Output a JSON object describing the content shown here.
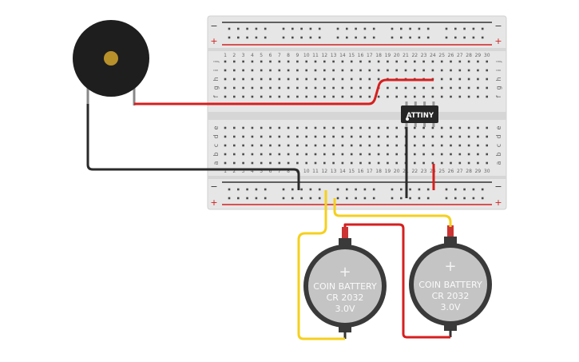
{
  "breadboard": {
    "columns": [
      "1",
      "2",
      "3",
      "4",
      "5",
      "6",
      "7",
      "8",
      "9",
      "10",
      "11",
      "12",
      "13",
      "14",
      "15",
      "16",
      "17",
      "18",
      "19",
      "20",
      "21",
      "22",
      "23",
      "24",
      "25",
      "26",
      "27",
      "28",
      "29",
      "30"
    ],
    "rows_top": [
      "j",
      "i",
      "h",
      "g",
      "f"
    ],
    "rows_bottom": [
      "e",
      "d",
      "c",
      "b",
      "a"
    ],
    "rail_minus": "−",
    "rail_plus": "+"
  },
  "chip": {
    "label": "ATTINY"
  },
  "batteries": [
    {
      "line1": "COIN BATTERY",
      "line2": "CR 2032",
      "line3": "3.0V",
      "terminal": "+"
    },
    {
      "line1": "COIN BATTERY",
      "line2": "CR 2032",
      "line3": "3.0V",
      "terminal": "+"
    }
  ],
  "colors": {
    "board": "#e6e6e6",
    "hole": "#4a4a4a",
    "rail_red": "#d22020",
    "rail_dark": "#333333",
    "wire_red": "#d61f1f",
    "wire_black": "#2a2a2a",
    "wire_yellow": "#f5d01e",
    "buzzer_body": "#1e1e1e",
    "buzzer_center": "#b8912a",
    "chip_body": "#262626",
    "battery_body": "#3a3a3a",
    "battery_face": "#c4c4c4"
  },
  "icons": [
    "buzzer-icon",
    "coin-battery-icon",
    "ic-chip-icon",
    "breadboard-icon"
  ]
}
